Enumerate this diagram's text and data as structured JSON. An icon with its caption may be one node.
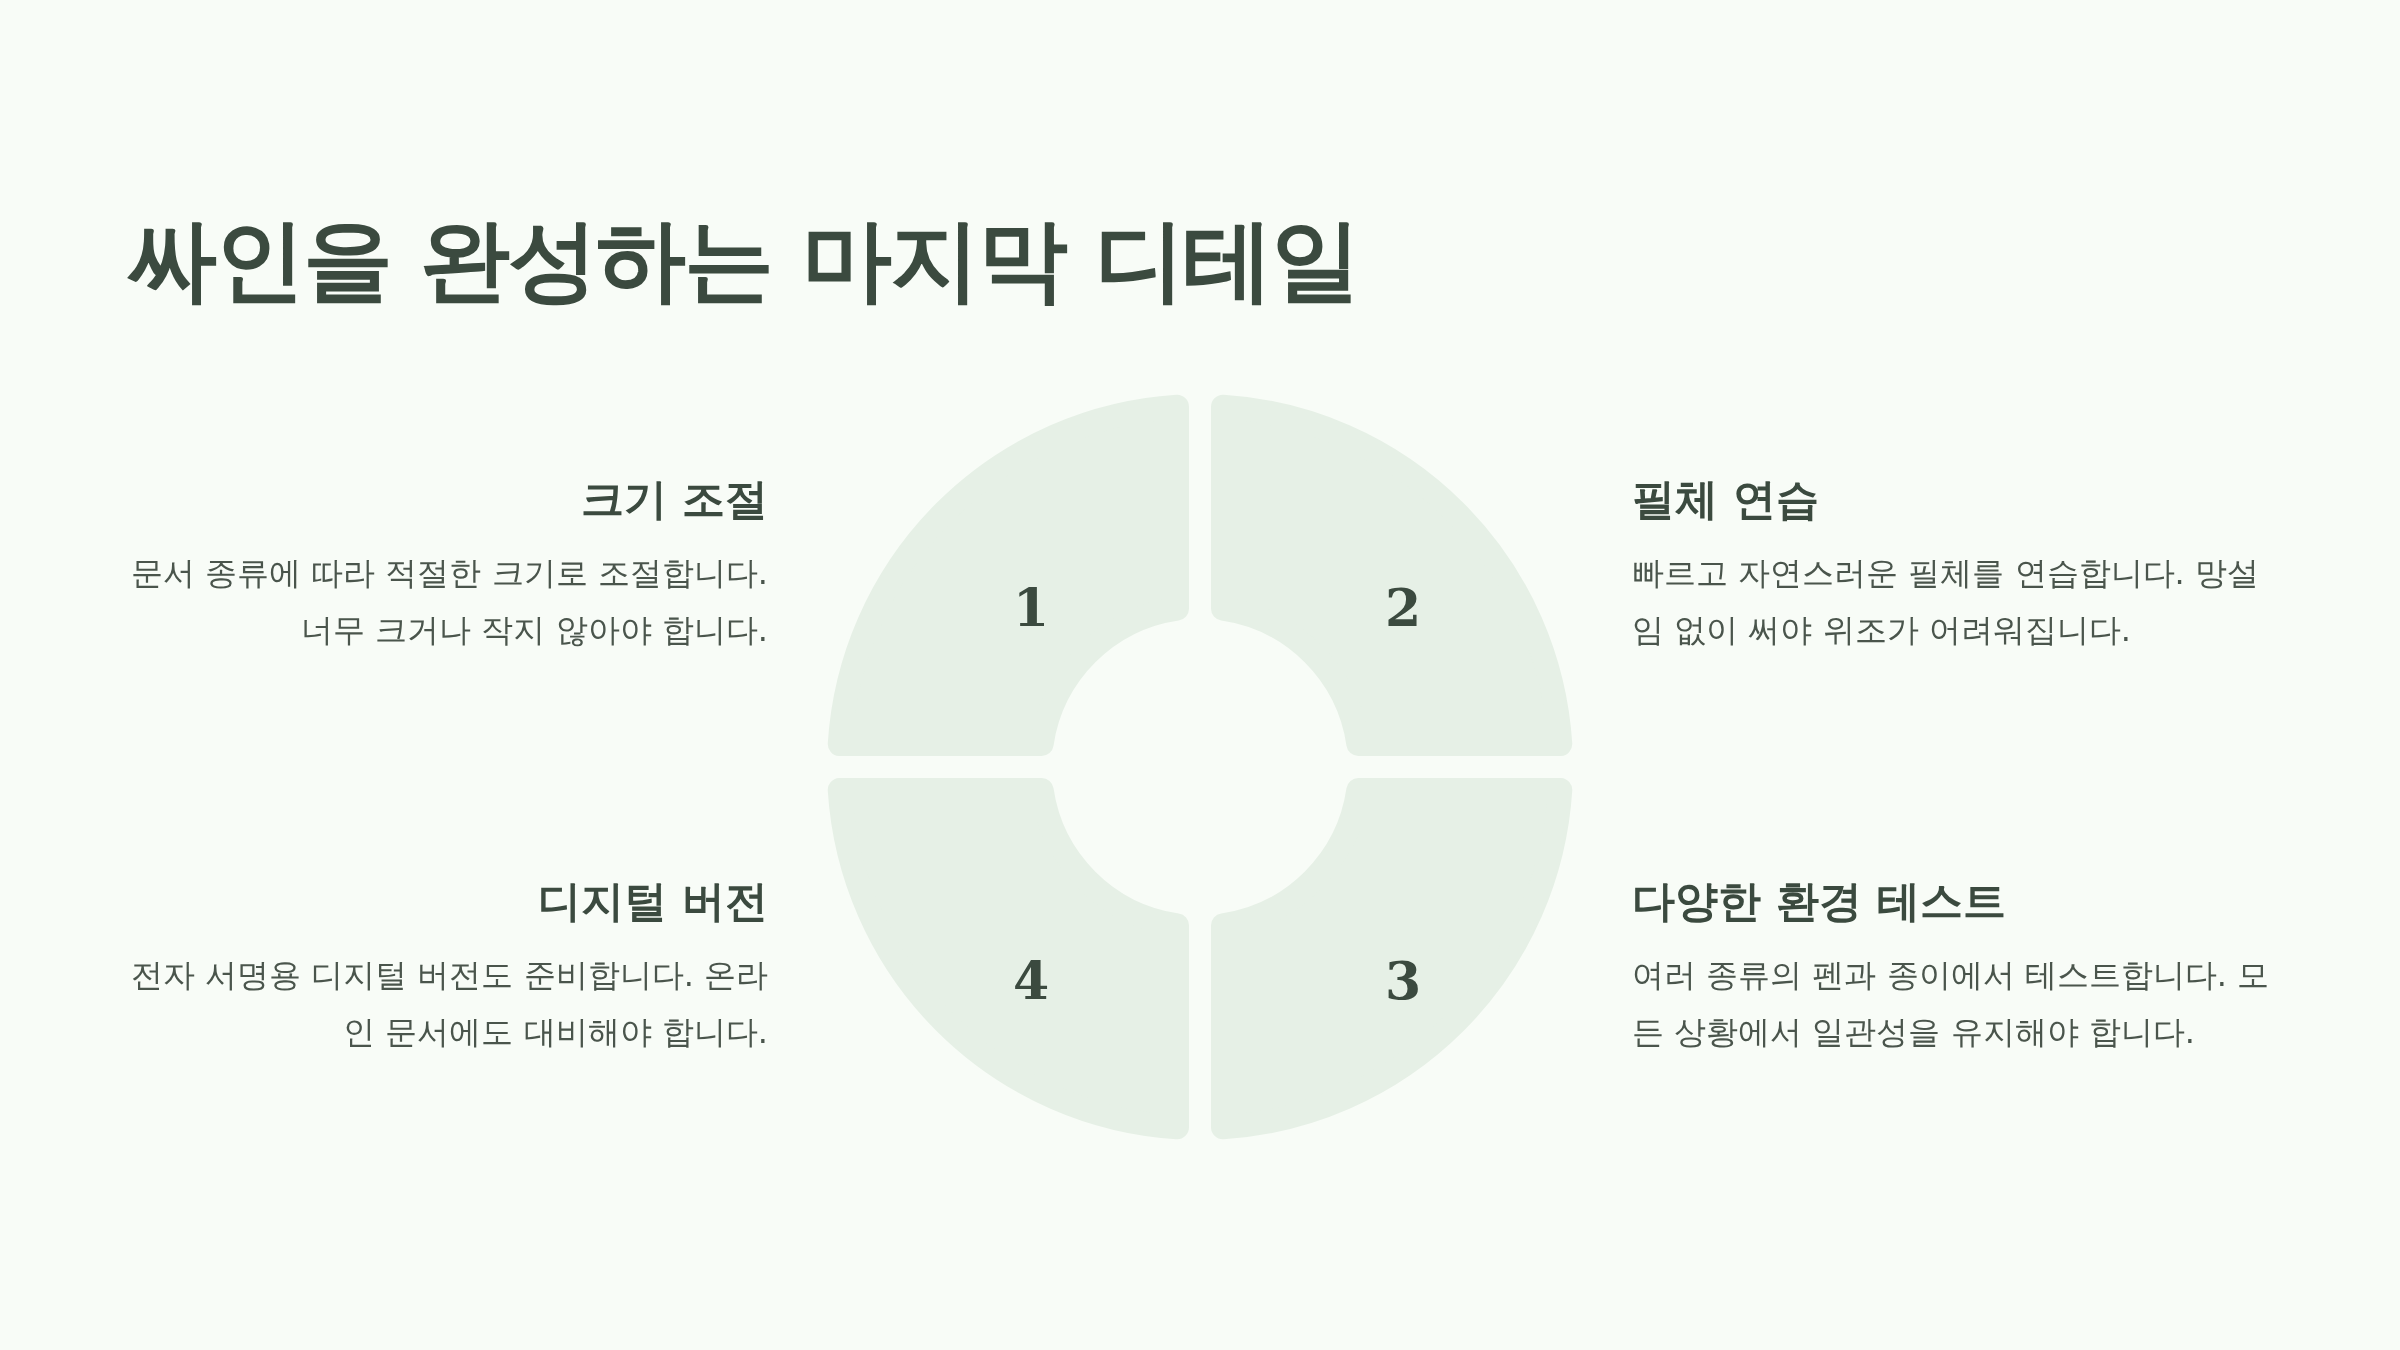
{
  "diagram": {
    "title": "싸인을 완성하는 마지막 디테일",
    "nodes": [
      {
        "text": [
          "1"
        ],
        "beside": [
          "크기 조절",
          "문서 종류에 따라 적절한 크기로 조절합니다. 너무 크거나 작지 않아야 합니다."
        ]
      },
      {
        "text": [
          "2"
        ],
        "beside": [
          "필체 연습",
          "빠르고 자연스러운 필체를 연습합니다. 망설임 없이 써야 위조가 어려워집니다."
        ]
      },
      {
        "text": [
          "3"
        ],
        "beside": [
          "다양한 환경 테스트",
          "여러 종류의 펜과 종이에서 테스트합니다. 모든 상황에서 일관성을 유지해야 합니다."
        ]
      },
      {
        "text": [
          "4"
        ],
        "beside": [
          "디지털 버전",
          "전자 서명용 디지털 버전도 준비합니다. 온라인 문서에도 대비해야 합니다."
        ]
      }
    ]
  }
}
